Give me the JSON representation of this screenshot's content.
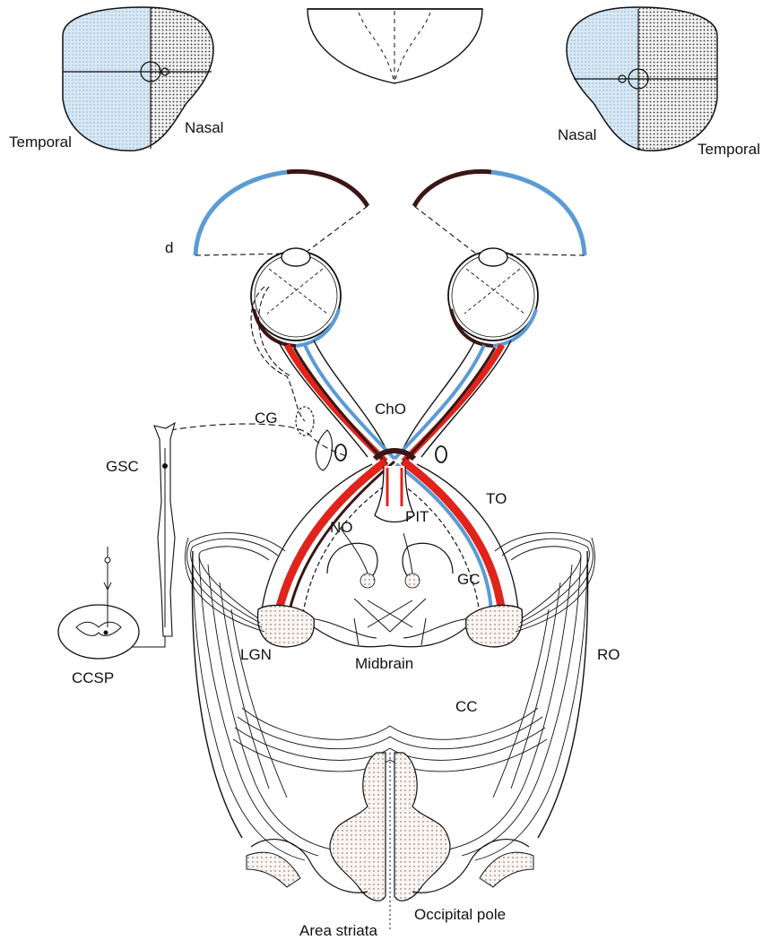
{
  "labels": {
    "temporal_left": "Temporal",
    "nasal_left": "Nasal",
    "nasal_right": "Nasal",
    "temporal_right": "Temporal",
    "d": "d",
    "cg": "CG",
    "cho": "ChO",
    "gsc": "GSC",
    "to": "TO",
    "no": "NO",
    "pit": "PIT",
    "gc": "GC",
    "lgn": "LGN",
    "midbrain": "Midbrain",
    "ro": "RO",
    "ccsp": "CCSP",
    "cc": "CC",
    "area_striata": "Area striata",
    "occipital_pole": "Occipital pole"
  },
  "colors": {
    "blue": "#5b9bd5",
    "red": "#e0231b",
    "dark": "#3a1714",
    "stipple_light": "#cfe3f3",
    "stipple_dark": "#444444"
  }
}
